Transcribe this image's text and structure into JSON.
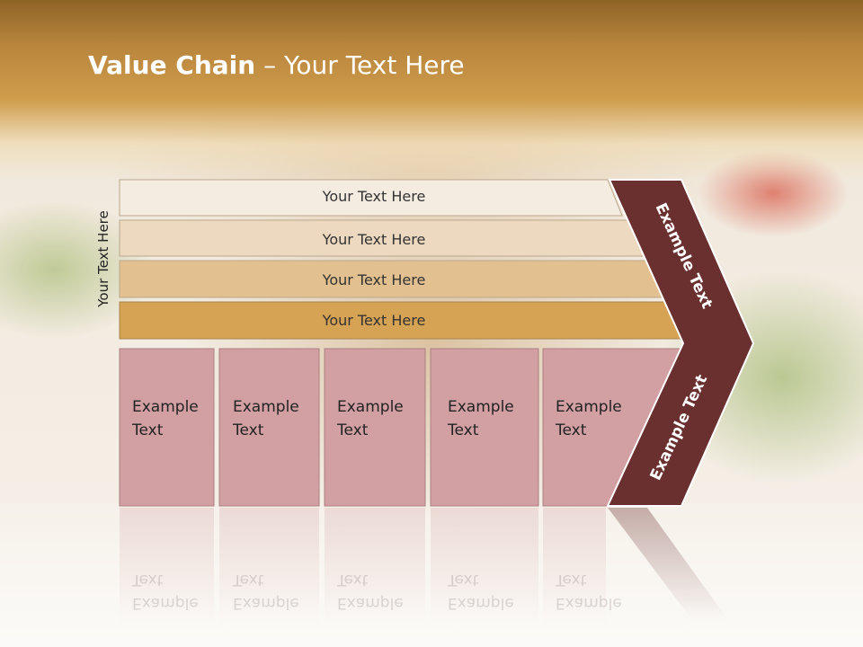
{
  "slide": {
    "title_bold": "Value Chain",
    "title_rest": " – Your Text Here",
    "vertical_label": "Your Text Here",
    "bars": [
      {
        "label": "Your Text Here",
        "color": "#f5ece1"
      },
      {
        "label": "Your Text Here",
        "color": "#edd9bf"
      },
      {
        "label": "Your Text Here",
        "color": "#e2c08f"
      },
      {
        "label": "Your Text Here",
        "color": "#d6a253"
      }
    ],
    "columns": [
      {
        "line1": "Example",
        "line2": "Text"
      },
      {
        "line1": "Example",
        "line2": "Text"
      },
      {
        "line1": "Example",
        "line2": "Text"
      },
      {
        "line1": "Example",
        "line2": "Text"
      },
      {
        "line1": "Example",
        "line2": "Text"
      }
    ],
    "arrow_upper_text": "Example Text",
    "arrow_lower_text": "Example Text",
    "column_color": "#d2a0a2",
    "arrow_color": "#6a2f2f"
  }
}
